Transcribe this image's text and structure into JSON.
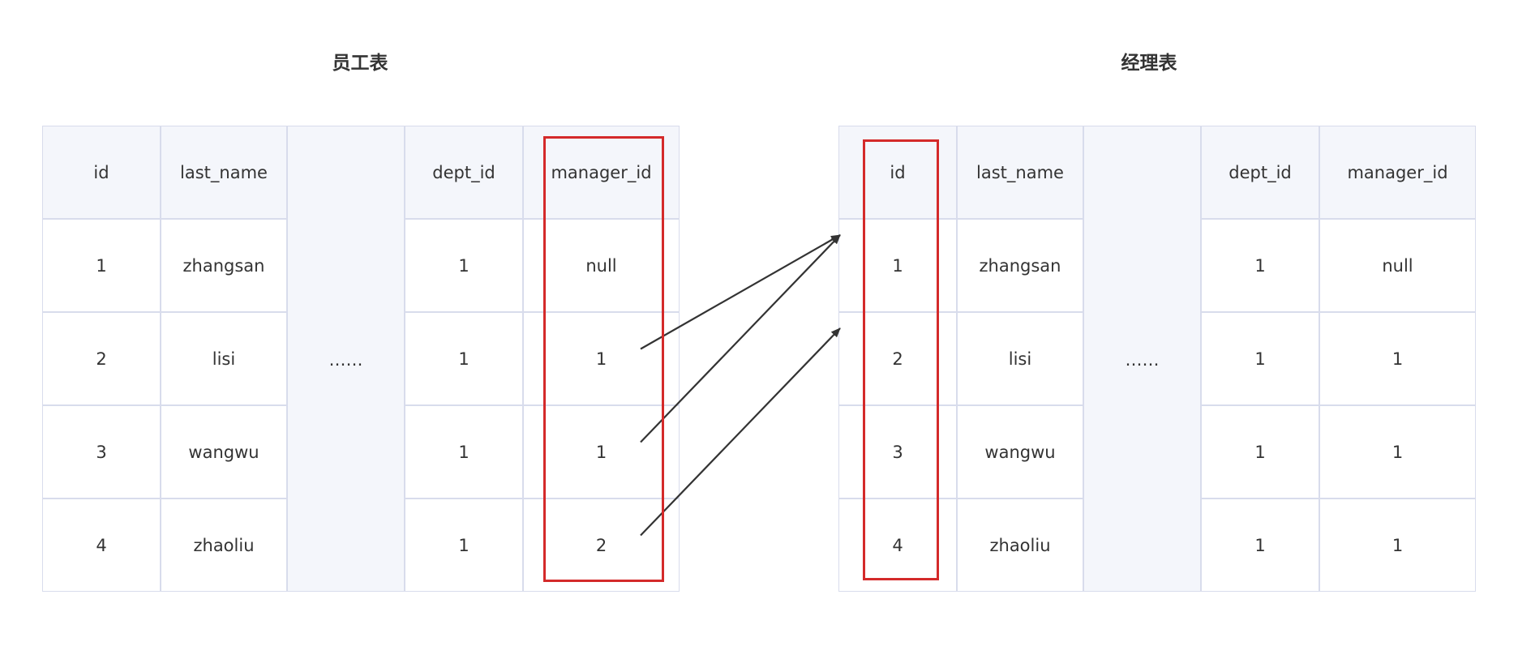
{
  "tables": [
    {
      "title": "员工表",
      "columns": [
        "id",
        "last_name",
        "",
        "dept_id",
        "manager_id"
      ],
      "ellipsis": "……",
      "rows": [
        [
          "1",
          "zhangsan",
          "1",
          "null"
        ],
        [
          "2",
          "lisi",
          "1",
          "1"
        ],
        [
          "3",
          "wangwu",
          "1",
          "1"
        ],
        [
          "4",
          "zhaoliu",
          "1",
          "2"
        ]
      ],
      "highlight_column": "manager_id"
    },
    {
      "title": "经理表",
      "columns": [
        "id",
        "last_name",
        "",
        "dept_id",
        "manager_id"
      ],
      "ellipsis": "……",
      "rows": [
        [
          "1",
          "zhangsan",
          "1",
          "null"
        ],
        [
          "2",
          "lisi",
          "1",
          "1"
        ],
        [
          "3",
          "wangwu",
          "1",
          "1"
        ],
        [
          "4",
          "zhaoliu",
          "1",
          "1"
        ]
      ],
      "highlight_column": "id"
    }
  ],
  "arrows": [
    {
      "from_table": "员工表",
      "from_row": 2,
      "to_table": "经理表",
      "to_row": 1
    },
    {
      "from_table": "员工表",
      "from_row": 3,
      "to_table": "经理表",
      "to_row": 1
    },
    {
      "from_table": "员工表",
      "from_row": 4,
      "to_table": "经理表",
      "to_row": 2
    }
  ],
  "colors": {
    "highlight": "#d42a2a",
    "header_bg": "#f4f6fb",
    "border": "#d8dcec",
    "arrow": "#333333"
  }
}
